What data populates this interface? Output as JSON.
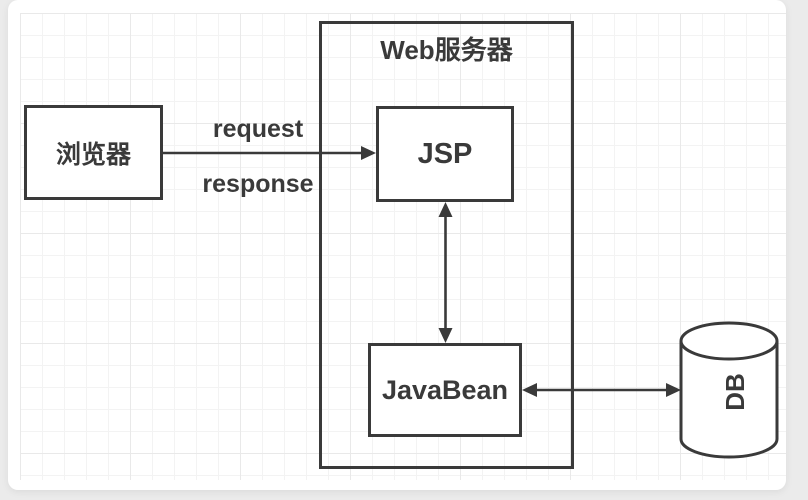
{
  "canvas": {
    "background_color": "#ffffff",
    "page_color": "#ebebeb"
  },
  "palette": {
    "stroke": "#3a3a3a",
    "text": "#3a3a3a",
    "node_fill": "#ffffff",
    "grid_minor": "#f3f3f3",
    "grid_major": "#e9e9e9"
  },
  "diagram": {
    "type": "architecture-diagram",
    "nodes": {
      "browser": {
        "label": "浏览器",
        "shape": "rectangle"
      },
      "web_server": {
        "label": "Web服务器",
        "shape": "container"
      },
      "jsp": {
        "label": "JSP",
        "shape": "rectangle"
      },
      "javabean": {
        "label": "JavaBean",
        "shape": "rectangle"
      },
      "db": {
        "label": "DB",
        "shape": "cylinder"
      }
    },
    "edges": [
      {
        "from": "browser",
        "to": "jsp",
        "direction": "forward",
        "labels": {
          "above": "request",
          "below": "response"
        }
      },
      {
        "from": "jsp",
        "to": "javabean",
        "direction": "both",
        "labels": {}
      },
      {
        "from": "javabean",
        "to": "db",
        "direction": "both",
        "labels": {}
      }
    ]
  }
}
